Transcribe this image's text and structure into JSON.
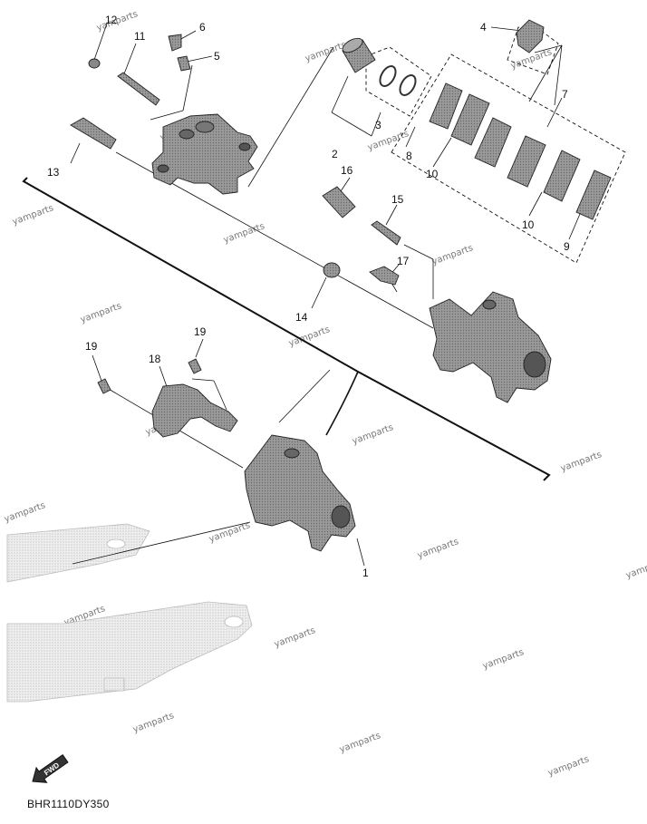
{
  "callouts": {
    "c1": "1",
    "c2": "2",
    "c3": "3",
    "c4": "4",
    "c5": "5",
    "c6": "6",
    "c7": "7",
    "c8": "8",
    "c9": "9",
    "c10a": "10",
    "c10b": "10",
    "c11": "11",
    "c12": "12",
    "c13": "13",
    "c14": "14",
    "c15": "15",
    "c16": "16",
    "c17": "17",
    "c18": "18",
    "c19a": "19",
    "c19b": "19"
  },
  "watermark": "yamparts",
  "fwd_label": "FWD",
  "diagram_code": "BHR1110DY350",
  "colors": {
    "line": "#111111",
    "part": "#8c8c8c",
    "part_dark": "#5a5a5a",
    "swingarm": "#e0e0e0",
    "watermark": "#777777"
  }
}
